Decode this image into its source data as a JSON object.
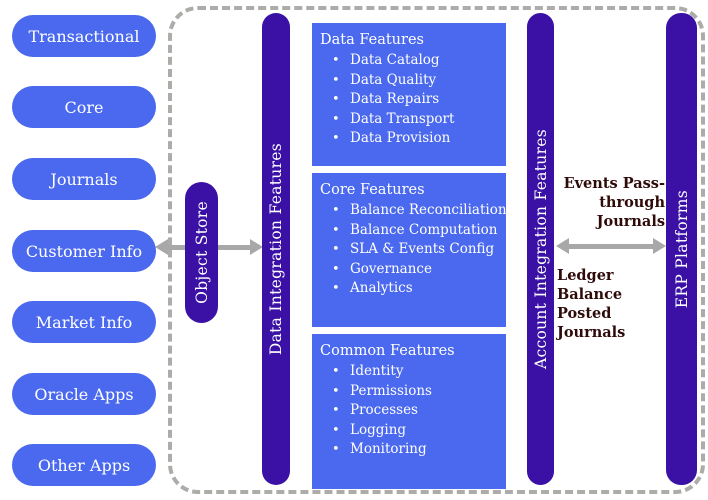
{
  "colors": {
    "pill_blue": "#4a69ee",
    "bar_indigo": "#3a10a5",
    "box_blue": "#4a69ee",
    "arrow_gray": "#a8a8a8",
    "boundary_gray": "#aeaca9",
    "annotation_maroon": "#2e0b09",
    "text_white": "#ffffff"
  },
  "sources": [
    "Transactional",
    "Core",
    "Journals",
    "Customer Info",
    "Market Info",
    "Oracle Apps",
    "Other Apps"
  ],
  "object_store": {
    "label": "Object Store"
  },
  "bars": {
    "data_integration": "Data Integration Features",
    "account_integration": "Account Integration Features",
    "erp": "ERP Platforms"
  },
  "feature_boxes": [
    {
      "title": "Data Features",
      "items": [
        "Data Catalog",
        "Data Quality",
        "Data Repairs",
        "Data Transport",
        "Data Provision"
      ]
    },
    {
      "title": "Core Features",
      "items": [
        "Balance Reconciliation",
        "Balance Computation",
        "SLA & Events Config",
        "Governance",
        "Analytics"
      ]
    },
    {
      "title": "Common Features",
      "items": [
        "Identity",
        "Permissions",
        "Processes",
        "Logging",
        "Monitoring"
      ]
    }
  ],
  "annotations": {
    "top_full": "Events Pass-through Journals",
    "top_lines": [
      "Events Pass-",
      "through",
      "Journals"
    ],
    "bottom_full": "Ledger Balance Posted Journals",
    "bottom_lines": [
      "Ledger Balance",
      "Posted Journals"
    ]
  },
  "bullet_glyph": "•"
}
